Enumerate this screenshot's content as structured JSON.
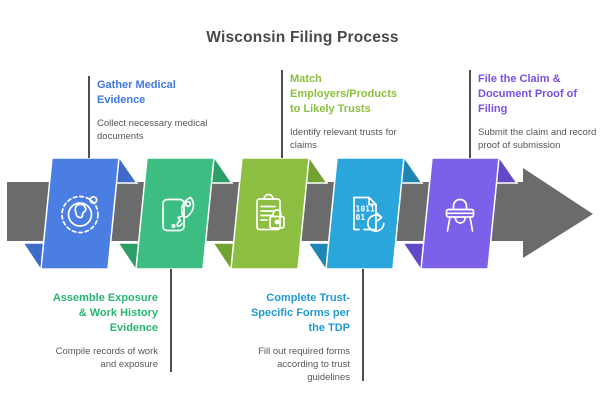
{
  "title": "Wisconsin Filing Process",
  "colors": {
    "background": "#ffffff",
    "arrow": "#6b6b6b",
    "connector_line": "#4f4f4f",
    "title_text": "#494949",
    "description_text": "#565656"
  },
  "steps": [
    {
      "order": 1,
      "label_position": "top",
      "icon": "globe-orbit-icon",
      "color": "#4a7ee3",
      "fold_color": "#3d6bc7",
      "label_color": "#3f78e0",
      "heading": "Gather Medical\nEvidence",
      "description": "Collect necessary medical\ndocuments"
    },
    {
      "order": 2,
      "label_position": "bottom",
      "icon": "phone-rocket-icon",
      "color": "#3cbd81",
      "fold_color": "#2e9e69",
      "label_color": "#2ab573",
      "heading": "Assemble Exposure\n& Work History\nEvidence",
      "description": "Compile records of work\nand exposure"
    },
    {
      "order": 3,
      "label_position": "top",
      "icon": "clipboard-lock-icon",
      "color": "#8cbf41",
      "fold_color": "#71a232",
      "label_color": "#8bbf3d",
      "heading": "Match\nEmployers/Products\nto Likely Trusts",
      "description": "Identify relevant trusts for\nclaims"
    },
    {
      "order": 4,
      "label_position": "bottom",
      "icon": "binary-document-refresh-icon",
      "color": "#2ba6dc",
      "fold_color": "#1f86b4",
      "label_color": "#1f9ad5",
      "heading": "Complete Trust-\nSpecific Forms per\nthe TDP",
      "description": "Fill out required forms\naccording to trust\nguidelines"
    },
    {
      "order": 5,
      "label_position": "top",
      "icon": "high-chair-icon",
      "color": "#7d60ea",
      "fold_color": "#6349c8",
      "label_color": "#7a4fe3",
      "heading": "File the Claim &\nDocument Proof of\nFiling",
      "description": "Submit the claim and record\nproof of submission"
    }
  ]
}
